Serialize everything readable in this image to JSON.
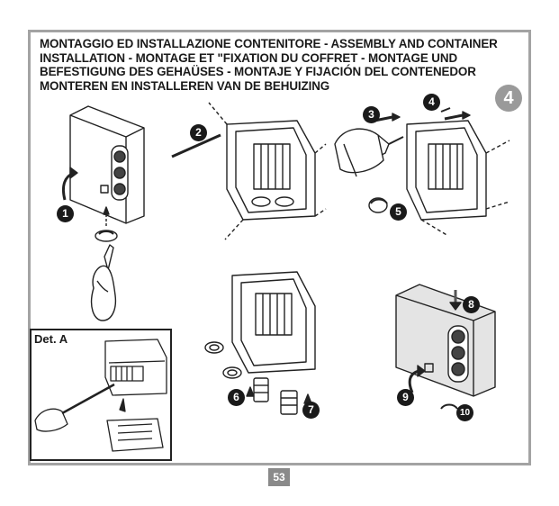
{
  "title_lines": [
    "MONTAGGIO ED INSTALLAZIONE CONTENITORE - ASSEMBLY AND CONTAINER",
    "INSTALLATION - MONTAGE ET \"FIXATION DU COFFRET - MONTAGE UND",
    "BEFESTIGUNG DES GEHAÜSES - MONTAJE Y FIJACIÓN DEL CONTENEDOR",
    "MONTEREN EN INSTALLEREN VAN DE BEHUIZING"
  ],
  "figure_number": "4",
  "steps": [
    "1",
    "2",
    "3",
    "4",
    "5",
    "6",
    "7",
    "8",
    "9",
    "10"
  ],
  "detail_label": "Det. A",
  "page_number": "53",
  "colors": {
    "frame": "#a3a3a3",
    "badge": "#9a9a9a",
    "ink": "#1a1a1a",
    "page_badge": "#8a8a8a"
  }
}
